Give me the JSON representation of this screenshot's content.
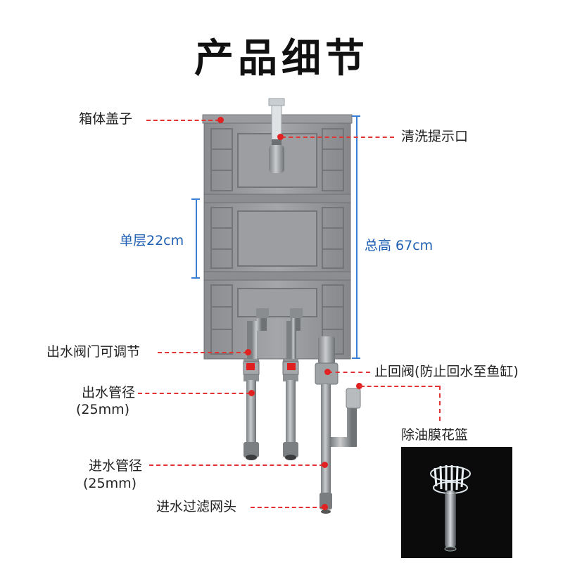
{
  "title": "产品细节",
  "labels": {
    "lid": "箱体盖子",
    "clean_port": "清洗提示口",
    "layer_height": "单层22cm",
    "total_height": "总高 67cm",
    "outlet_valve": "出水阀门可调节",
    "outlet_pipe_line1": "出水管径",
    "outlet_pipe_line2": "(25mm)",
    "check_valve": "止回阀(防止回水至鱼缸)",
    "oil_skimmer": "除油膜花篮",
    "inlet_pipe_line1": "进水管径",
    "inlet_pipe_line2": "(25mm)",
    "inlet_filter": "进水过滤网头"
  },
  "colors": {
    "annotation": "#e23434",
    "dimension": "#3a7fd4",
    "dimension_text": "#1f5fb3",
    "box_gray": "#8f9194",
    "valve_red": "#e02020"
  }
}
